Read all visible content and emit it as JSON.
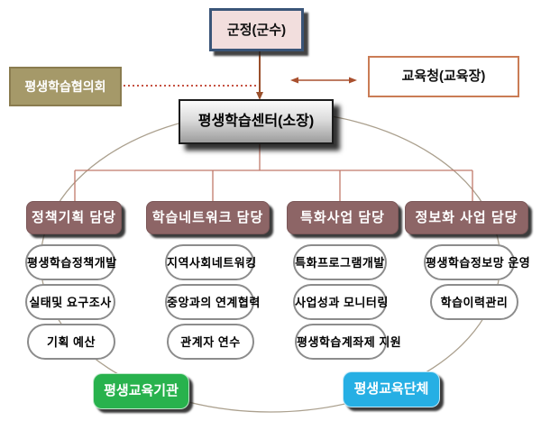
{
  "diagram": {
    "title_context": "lifelong-learning-organization-chart",
    "nodes": {
      "top": {
        "label": "군정(군수)"
      },
      "council": {
        "label": "평생학습협의회"
      },
      "education_office": {
        "label": "교육청(교육장)"
      },
      "center": {
        "label": "평생학습센터(소장)"
      }
    },
    "departments": [
      {
        "label": "정책기획 담당",
        "tasks": [
          "평생학습정책개발",
          "실태및 요구조사",
          "기획 예산"
        ]
      },
      {
        "label": "학습네트워크 담당",
        "tasks": [
          "지역사회네트워킹",
          "중앙과의 연계협력",
          "관계자 연수"
        ]
      },
      {
        "label": "특화사업 담당",
        "tasks": [
          "특화프로그램개발",
          "사업성과 모니터링",
          "평생학습계좌제 지원"
        ]
      },
      {
        "label": "정보화 사업 담당",
        "tasks": [
          "평생학습정보망 운영",
          "학습이력관리"
        ]
      }
    ],
    "bottom": {
      "left": {
        "label": "평생교육기관",
        "color": "#28B24D"
      },
      "right": {
        "label": "평생교육단체",
        "color": "#26AFE4"
      }
    },
    "colors": {
      "top_box_bg": "#F2DEDD",
      "top_box_border": "#3A5578",
      "council_bg": "#A59969",
      "education_office_border": "#CA7C55",
      "center_box_border": "#1c1c1c",
      "department_bg": "#8D6566",
      "tree_line": "#C1796A",
      "top_connector": "#9A4F2B",
      "dotted_connector": "#BF3A28",
      "double_arrow": "#A9502E",
      "ellipse_stroke": "#ABA08E"
    }
  }
}
